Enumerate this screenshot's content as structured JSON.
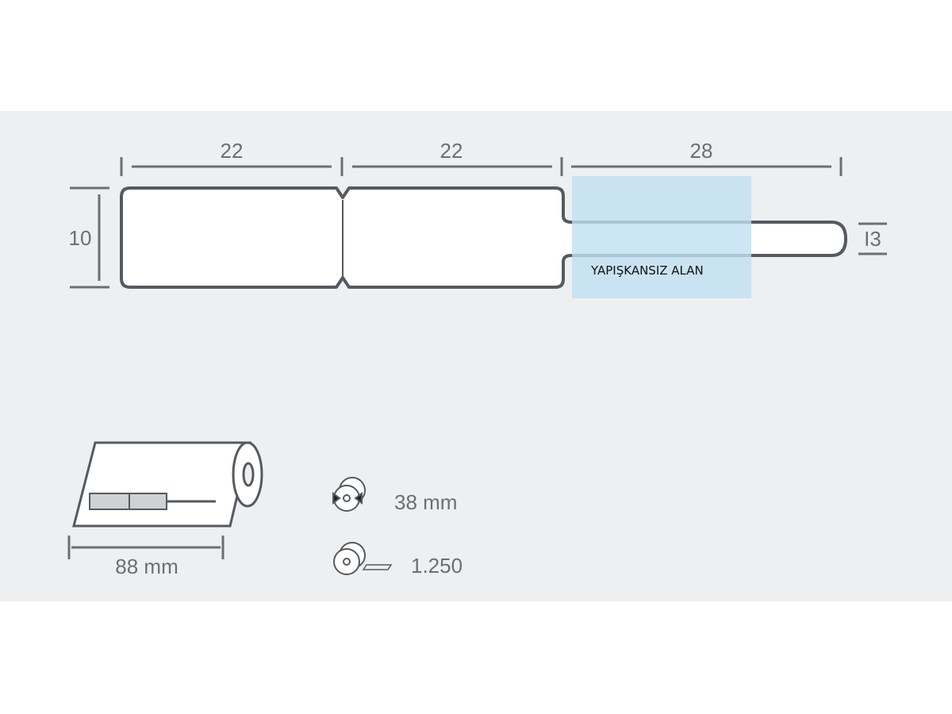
{
  "dimensions": {
    "segment_1": "22",
    "segment_2": "22",
    "segment_3": "28",
    "height": "10",
    "tail_height": "I3"
  },
  "non_adhesive_area_label": "YAPIŞKANSIZ ALAN",
  "roll": {
    "width": "88 mm",
    "core_diameter": "38 mm",
    "quantity": "1.250"
  },
  "colors": {
    "background": "#eeeff0",
    "non_adhesive_area": "#bfe0f3",
    "outline": "#555a60"
  }
}
